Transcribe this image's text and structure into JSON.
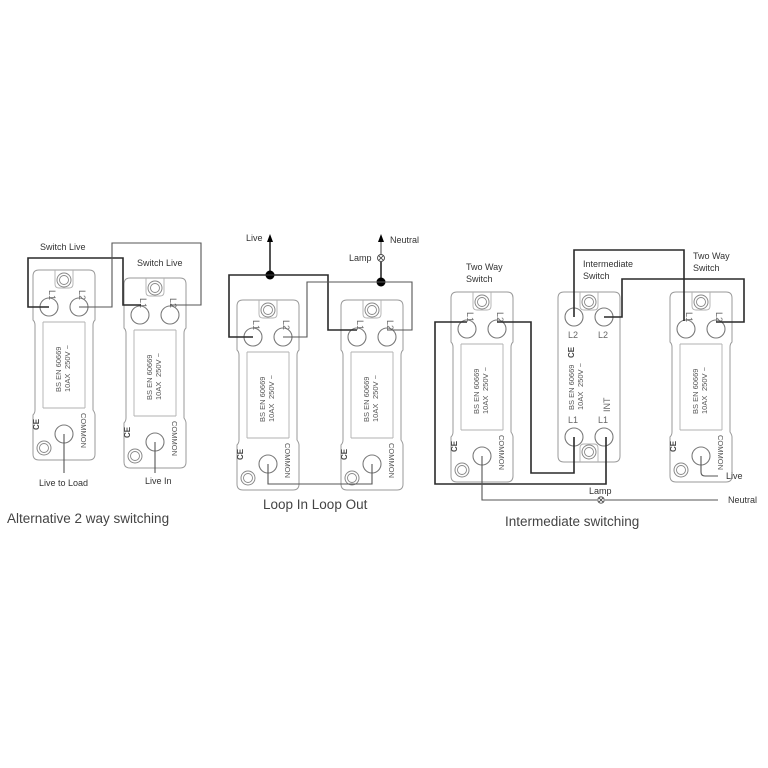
{
  "diagrams": [
    {
      "caption": "Alternative 2 way switching",
      "labels": {
        "switch_live_1": "Switch Live",
        "switch_live_2": "Switch Live",
        "live_to_load": "Live to Load",
        "live_in": "Live In"
      }
    },
    {
      "caption": "Loop In Loop Out",
      "labels": {
        "live": "Live",
        "neutral": "Neutral",
        "lamp": "Lamp"
      }
    },
    {
      "caption": "Intermediate switching",
      "labels": {
        "two_way_switch_left_1": "Two Way",
        "two_way_switch_left_2": "Switch",
        "intermediate_switch_1": "Intermediate",
        "intermediate_switch_2": "Switch",
        "two_way_switch_right_1": "Two Way",
        "two_way_switch_right_2": "Switch",
        "live": "Live",
        "neutral": "Neutral",
        "lamp": "Lamp"
      }
    }
  ],
  "switch_plate": {
    "standard": "BS EN 60669",
    "rating_current": "10AX",
    "rating_voltage": "250V ~",
    "terminal_l1": "L1",
    "terminal_l2": "L2",
    "terminal_common": "COMMON",
    "mark": "CE"
  },
  "intermediate_plate": {
    "terminal_l1": "L1",
    "terminal_l2": "L2",
    "int_label": "INT"
  },
  "colors": {
    "wire": "#2a2a2a",
    "plate_outline": "#9a9a9a",
    "text": "#333333"
  }
}
